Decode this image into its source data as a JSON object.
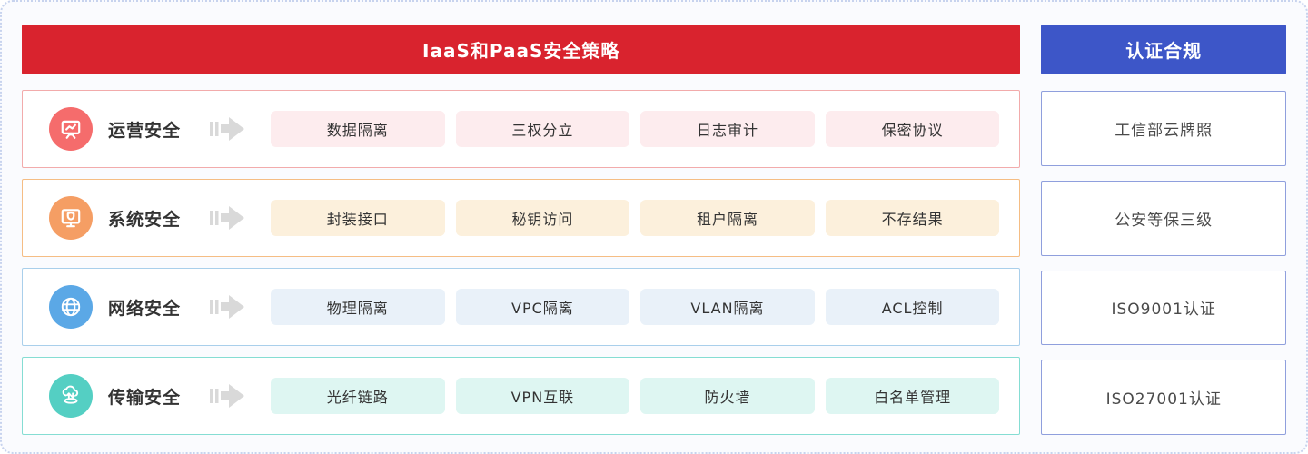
{
  "headers": {
    "main": {
      "label": "IaaS和PaaS安全策略",
      "bg": "#d9232e"
    },
    "side": {
      "label": "认证合规",
      "bg": "#3d56c8"
    }
  },
  "arrow_color": "#d9d9d9",
  "rows": [
    {
      "label": "运营安全",
      "icon": "presentation-chart-icon",
      "circle_color": "#f56c6c",
      "border_color": "#f2abab",
      "tag_bg": "#fdecee",
      "tags": [
        "数据隔离",
        "三权分立",
        "日志审计",
        "保密协议"
      ]
    },
    {
      "label": "系统安全",
      "icon": "monitor-shield-icon",
      "circle_color": "#f59e64",
      "border_color": "#f5bd84",
      "tag_bg": "#fcf0dc",
      "tags": [
        "封装接口",
        "秘钥访问",
        "租户隔离",
        "不存结果"
      ]
    },
    {
      "label": "网络安全",
      "icon": "globe-network-icon",
      "circle_color": "#5ba8e6",
      "border_color": "#a9cfeb",
      "tag_bg": "#e9f1f9",
      "tags": [
        "物理隔离",
        "VPC隔离",
        "VLAN隔离",
        "ACL控制"
      ]
    },
    {
      "label": "传输安全",
      "icon": "cloud-transfer-icon",
      "circle_color": "#54cfc3",
      "border_color": "#85ddd3",
      "tag_bg": "#def6f2",
      "tags": [
        "光纤链路",
        "VPN互联",
        "防火墙",
        "白名单管理"
      ]
    }
  ],
  "certifications": [
    "工信部云牌照",
    "公安等保三级",
    "ISO9001认证",
    "ISO27001认证"
  ]
}
